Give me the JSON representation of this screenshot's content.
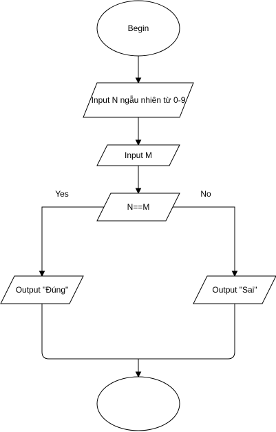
{
  "flowchart": {
    "nodes": {
      "begin": {
        "label": "Begin",
        "shape": "ellipse"
      },
      "input_n": {
        "label": "Input N ngẫu nhiên từ 0-9",
        "shape": "parallelogram"
      },
      "input_m": {
        "label": "Input M",
        "shape": "parallelogram"
      },
      "decision": {
        "label": "N==M",
        "shape": "parallelogram"
      },
      "output_true": {
        "label": "Output \"Đúng\"",
        "shape": "parallelogram"
      },
      "output_false": {
        "label": "Output \"Sai\"",
        "shape": "parallelogram"
      },
      "end": {
        "label": "",
        "shape": "ellipse"
      }
    },
    "branches": {
      "yes_label": "Yes",
      "no_label": "No"
    },
    "edges": [
      {
        "from": "begin",
        "to": "input_n"
      },
      {
        "from": "input_n",
        "to": "input_m"
      },
      {
        "from": "input_m",
        "to": "decision"
      },
      {
        "from": "decision",
        "to": "output_true",
        "label": "Yes"
      },
      {
        "from": "decision",
        "to": "output_false",
        "label": "No"
      },
      {
        "from": "output_true",
        "to": "end"
      },
      {
        "from": "output_false",
        "to": "end"
      }
    ]
  }
}
